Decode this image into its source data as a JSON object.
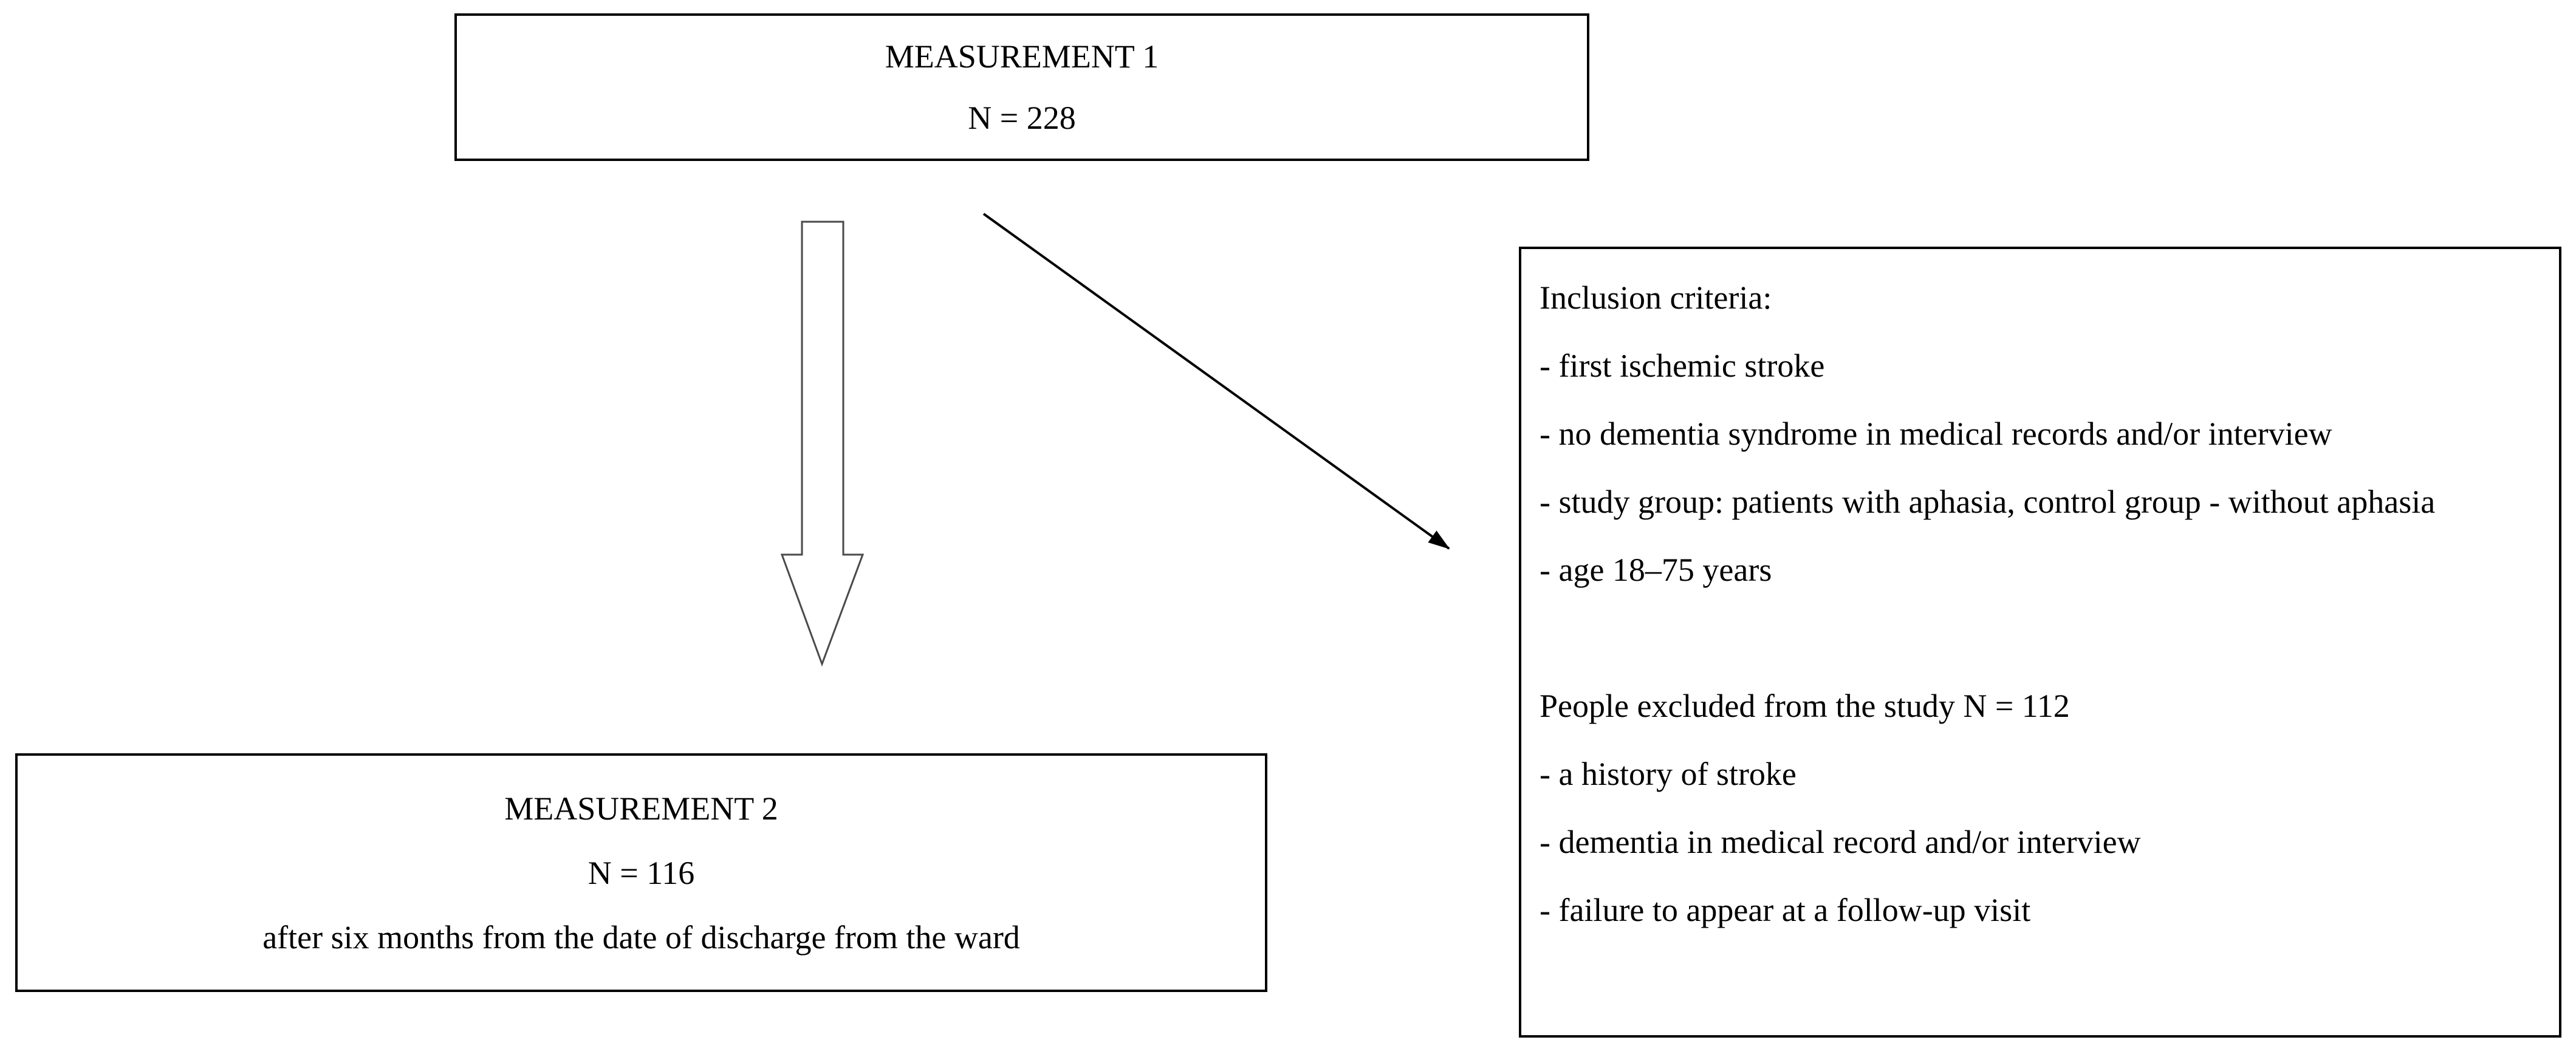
{
  "boxes": {
    "measurement1": {
      "title": "MEASUREMENT 1",
      "n": "N = 228"
    },
    "measurement2": {
      "title": "MEASUREMENT 2",
      "n": "N = 116",
      "note": "after six months from the date of discharge from the ward"
    },
    "criteria": {
      "inclusion_title": "Inclusion criteria:",
      "inclusion_items": [
        "- first ischemic stroke",
        "- no dementia syndrome in medical records and/or interview",
        "- study group: patients with aphasia, control group - without aphasia",
        "- age 18–75 years"
      ],
      "excluded_title": "People excluded from the study N = 112",
      "excluded_items": [
        "- a history of stroke",
        "- dementia in medical record and/or interview",
        "- failure to appear at a follow-up visit"
      ]
    }
  },
  "colors": {
    "border": "#000000",
    "text": "#000000",
    "background": "#ffffff",
    "arrow_outline": "#4a4a4a",
    "arrow_line": "#000000"
  }
}
